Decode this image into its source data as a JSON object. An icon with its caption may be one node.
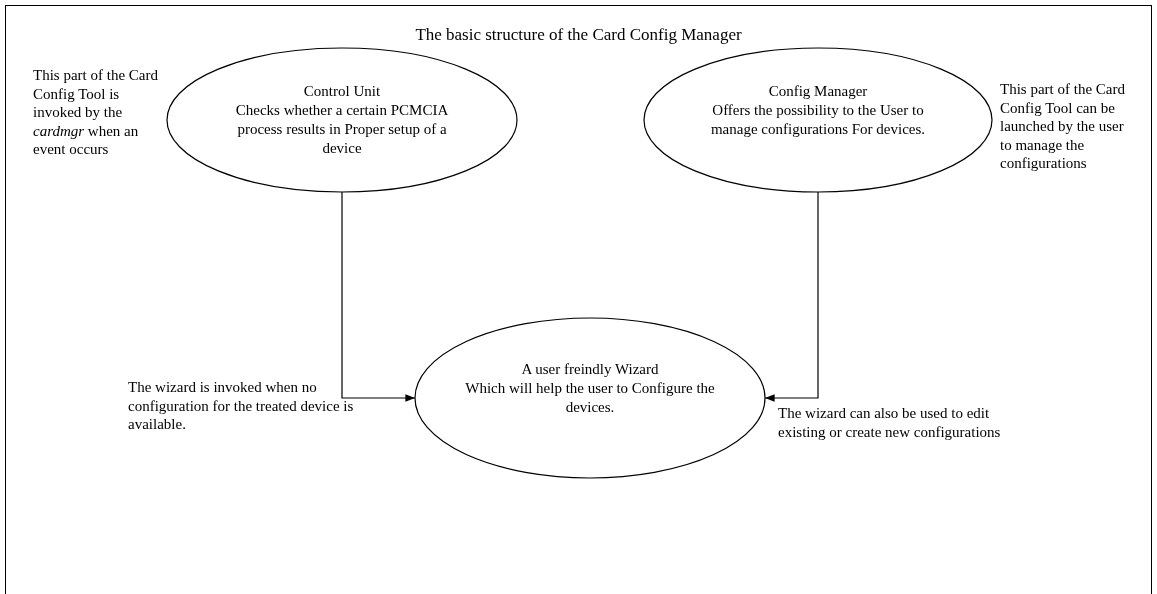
{
  "diagram": {
    "title": "The basic structure of the Card Config Manager",
    "nodes": [
      {
        "text": [
          "Control Unit",
          "Checks whether a certain PCMCIA process results in Proper setup of a device"
        ],
        "beside": [
          "This part of the Card Config Tool is invoked by the *cardmgr* when an event occurs"
        ]
      },
      {
        "text": [
          "Config Manager",
          "Offers the possibility to the User to manage configurations For devices."
        ],
        "beside": [
          "This part of the Card Config Tool can be launched by the user to manage the configurations"
        ]
      },
      {
        "text": [
          "A user freindly Wizard",
          "Which will help the user to Configure the devices."
        ]
      }
    ],
    "edges": [
      {
        "from": 0,
        "to": 2,
        "arrow": "to",
        "label": "The wizard is invoked when no configuration for the treated device is available."
      },
      {
        "from": 1,
        "to": 2,
        "arrow": "to",
        "label": "The wizard can also be used to edit existing or create new configurations"
      }
    ]
  }
}
